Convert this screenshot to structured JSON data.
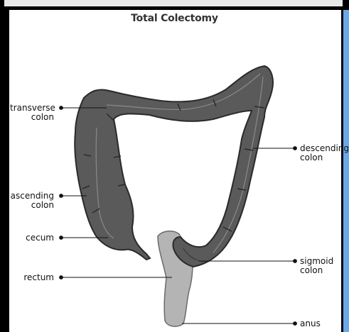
{
  "title": "Total Colectomy",
  "labels": {
    "transverse": [
      "transverse",
      "colon"
    ],
    "ascending": [
      "ascending",
      "colon"
    ],
    "cecum": "cecum",
    "rectum": "rectum",
    "descending": [
      "descending",
      "colon"
    ],
    "sigmoid": [
      "sigmoid",
      "colon"
    ],
    "anus": "anus"
  },
  "colors": {
    "colon": "#5a5a5a",
    "colon_edge": "#2a2a2a",
    "rectum": "#b4b4b4",
    "frame": "#000000",
    "accent": "#6aa8e8"
  }
}
